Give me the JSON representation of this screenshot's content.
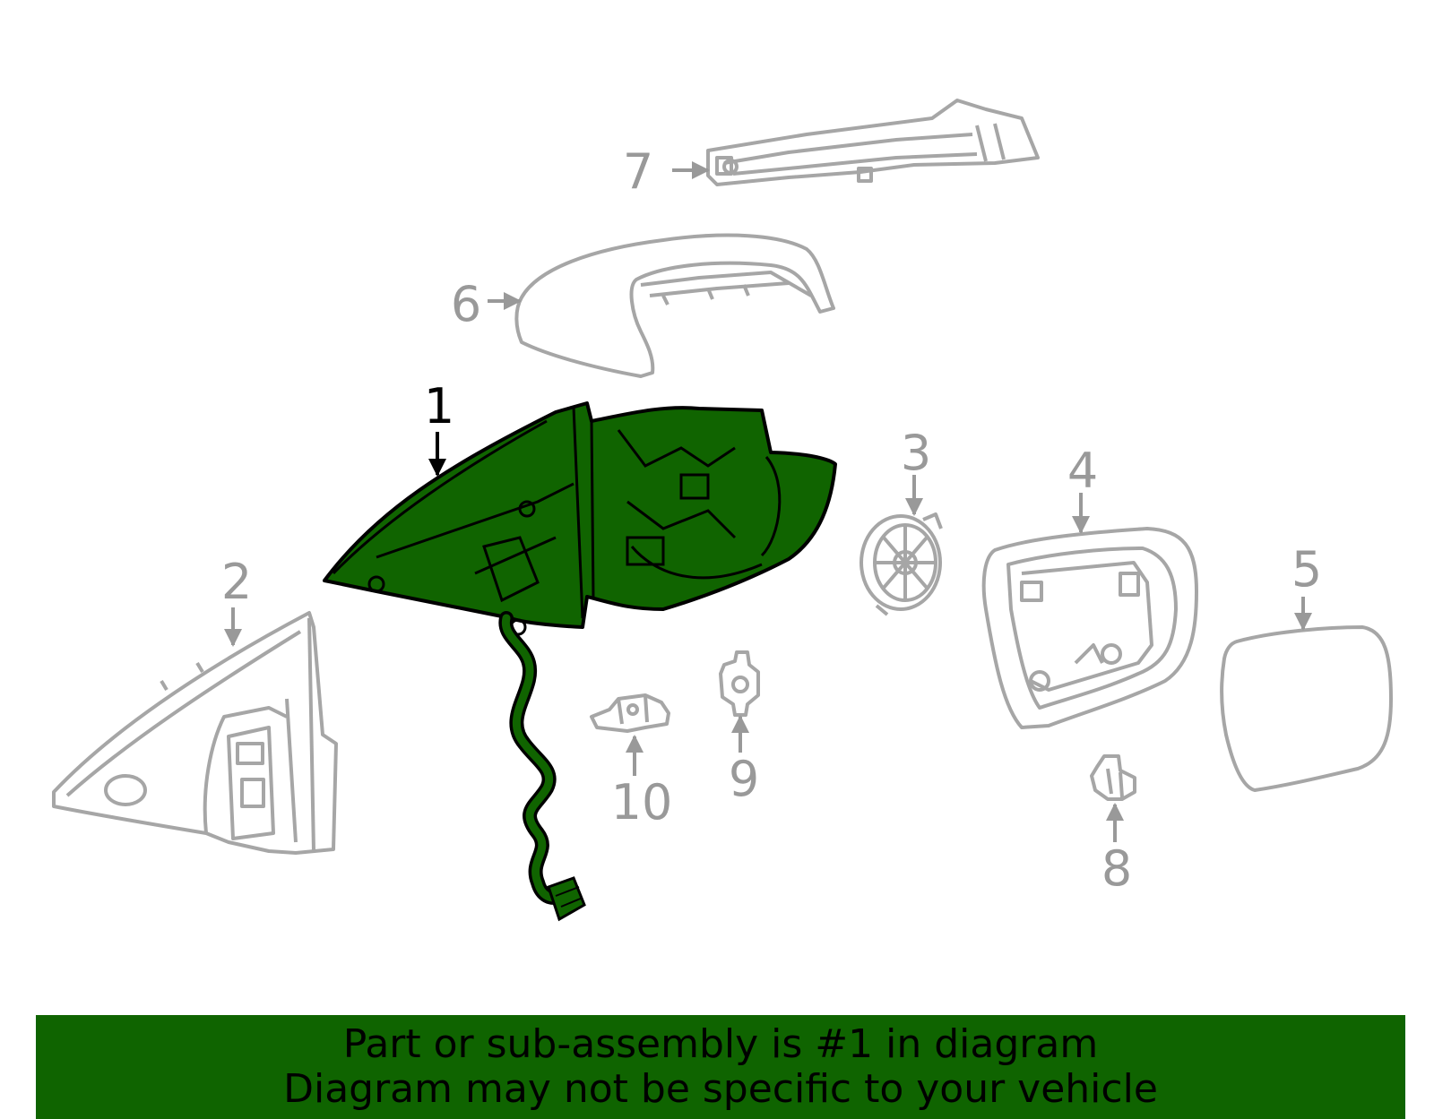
{
  "colors": {
    "part_stroke": "#a6a6a6",
    "highlight_fill": "#106400",
    "highlight_stroke": "#000000",
    "label_gray": "#999999",
    "label_highlight": "#000000",
    "banner_bg": "#0f6400",
    "banner_text": "#000000"
  },
  "callouts": {
    "c1": "1",
    "c2": "2",
    "c3": "3",
    "c4": "4",
    "c5": "5",
    "c6": "6",
    "c7": "7",
    "c8": "8",
    "c9": "9",
    "c10": "10"
  },
  "banner": {
    "line1": "Part or sub-assembly is #1 in diagram",
    "line2": "Diagram may not be specific to your vehicle"
  }
}
